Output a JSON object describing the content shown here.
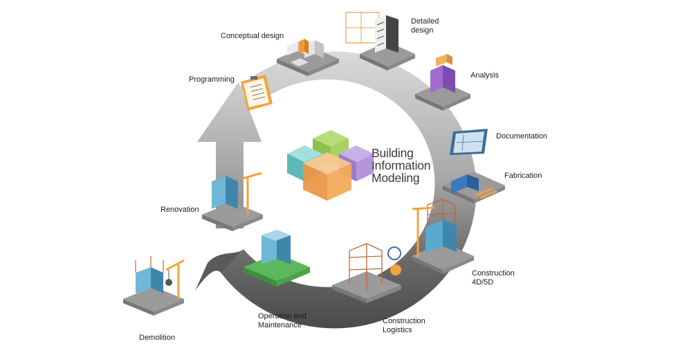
{
  "title": "Building\nInformation\nModeling",
  "stages": {
    "conceptual_design": "Conceptual design",
    "detailed_design": "Detailed\ndesign",
    "analysis": "Analysis",
    "documentation": "Documentation",
    "fabrication": "Fabrication",
    "construction": "Construction\n4D/5D",
    "construction_logistics": "Construction\nLogistics",
    "operation_maintenance": "Operation and\nMaintenance",
    "renovation": "Renovation",
    "demolition": "Demolition",
    "programming": "Programming"
  },
  "colors": {
    "ring_light": "#d7d7d7",
    "ring_dark": "#555555",
    "platform_gray": "#8a8a8a",
    "platform_green": "#5cb85c",
    "building_glass": "#6fb7d6",
    "crane_orange": "#f2a33a",
    "cube_teal": "#6ec6c4",
    "cube_green": "#9ccc5a",
    "cube_purple": "#a98bd0",
    "cube_orange": "#f0a04b"
  },
  "icons": [
    "clipboard-icon",
    "blueprint-icon",
    "crane-icon",
    "stopwatch-icon",
    "coin-icon",
    "wrecking-ball-icon"
  ]
}
